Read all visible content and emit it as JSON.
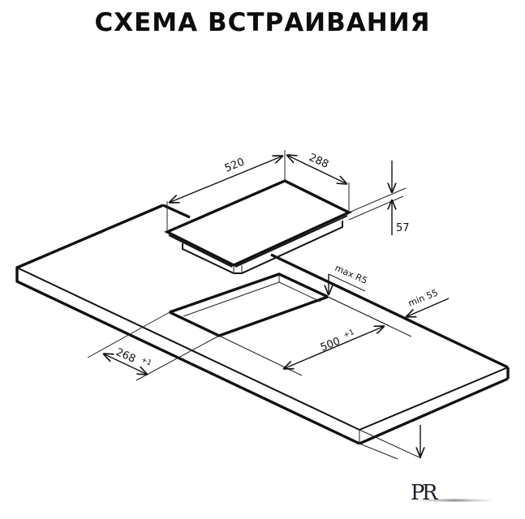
{
  "title": "СХЕМА ВСТРАИВАНИЯ",
  "hob": {
    "width_label": "520",
    "depth_label": "288",
    "height_label": "57"
  },
  "cutout": {
    "corner_radius_label": "max R5",
    "rear_clearance_label": "min 55",
    "width_label": "500",
    "width_tolerance": "+1",
    "depth_label": "268",
    "depth_tolerance": "+1"
  },
  "logo": {
    "text_left": "P",
    "text_right": "R"
  },
  "colors": {
    "line": "#111111",
    "background": "#ffffff",
    "logo": "#1c1f2a"
  }
}
